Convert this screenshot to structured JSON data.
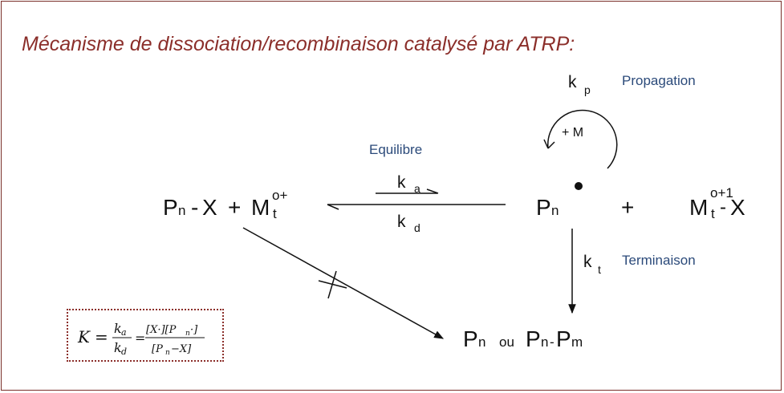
{
  "title": "Mécanisme de dissociation/recombinaison catalysé par ATRP:",
  "labels": {
    "propagation": "Propagation",
    "equilibre": "Equilibre",
    "terminaison": "Terminaison",
    "plus_m": "+ M"
  },
  "species": {
    "p": "P",
    "n": "n",
    "m": "m",
    "x": "X",
    "metal": "M",
    "t": "t",
    "ox": "o+",
    "ox1": "o+1",
    "ou": "ou",
    "plus": "+",
    "dash": "-"
  },
  "rates": {
    "k": "k",
    "p": "p",
    "a": "a",
    "d": "d",
    "t": "t"
  },
  "equation": {
    "K": "K",
    "eq": "=",
    "numer": "[X·][P",
    "numer_end": "·]",
    "denom": "[P",
    "denom_end": "−X]"
  },
  "colors": {
    "border": "#7a2f2a",
    "title": "#8b2e2a",
    "blue": "#2b4a7a"
  }
}
